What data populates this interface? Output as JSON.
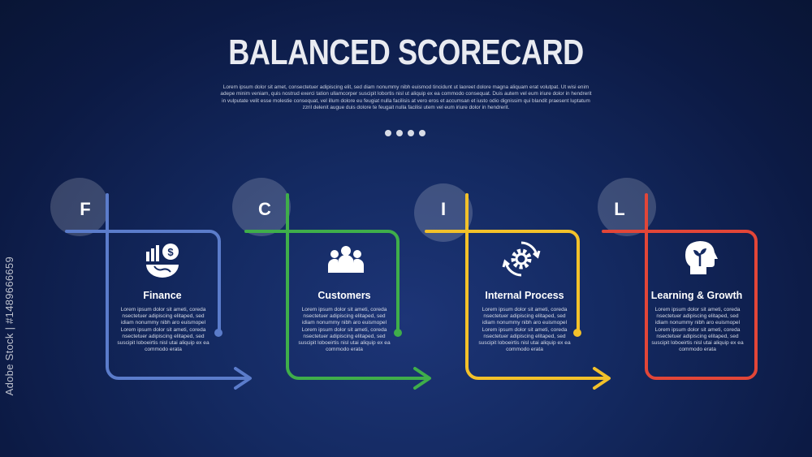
{
  "header": {
    "title": "BALANCED SCORECARD",
    "description": "Lorem ipsum dolor sit amet, consectetuer adipiscing elit, sed diam nonummy nibh euismod tincidunt ut laoreet dolore magna aliquam erat volutpat. Ut wisi enim adepe minim veniam, quis nostrud exerci tation ullamcorper suscipit lobortis nisl ut aliquip ex ea commodo consequat. Duis autem vel eum iriure dolor in hendrerit in vulputate velit esse molestie consequat, vel illum dolore eu feugiat nulla facilisis at vero eros et accumsan et iusto odio dignissim qui blandit praesent luptatum zzril delenit augue duis dolore te feugait nulla facilisi utem vel eum iriure dolor in hendrerit."
  },
  "cards": [
    {
      "letter": "F",
      "title": "Finance",
      "icon": "finance-chart-coin-icon",
      "color": "#5b7ccb",
      "body": "Lorem ipsum dolor sit ameti, coreda nsectetuer adipiscing elitaped, sed idiam nonummy nibh aro euismopel Lorem ipsum dolor sit ameti, coreda nsectetuer adipiscing elitaped, sed suscipit loboeirtis nisl utai aliquip ex ea commodo erata"
    },
    {
      "letter": "C",
      "title": "Customers",
      "icon": "customers-group-icon",
      "color": "#3fae4a",
      "body": "Lorem ipsum dolor sit ameti, coreda nsectetuer adipiscing elitaped, sed idiam nonummy nibh aro euismopel Lorem ipsum dolor sit ameti, coreda nsectetuer adipiscing elitaped, sed suscipit loboeirtis nisl utai aliquip ex ea commodo erata"
    },
    {
      "letter": "I",
      "title": "Internal Process",
      "icon": "process-gear-cycle-icon",
      "color": "#f3c12a",
      "body": "Lorem ipsum dolor sit ameti, coreda nsectetuer adipiscing elitaped, sed idiam nonummy nibh aro euismopel Lorem ipsum dolor sit ameti, coreda nsectetuer adipiscing elitaped, sed suscipit loboeirtis nisl utai aliquip ex ea commodo erata"
    },
    {
      "letter": "L",
      "title": "Learning & Growth",
      "icon": "head-plant-growth-icon",
      "color": "#e24638",
      "body": "Lorem ipsum dolor sit ameti, coreda nsectetuer adipiscing elitaped, sed idiam nonummy nibh aro euismopel Lorem ipsum dolor sit ameti, coreda nsectetuer adipiscing elitaped, sed suscipit loboeirtis nisl utai aliquip ex ea commodo erata"
    }
  ],
  "watermark": "Adobe Stock | #1489666659"
}
